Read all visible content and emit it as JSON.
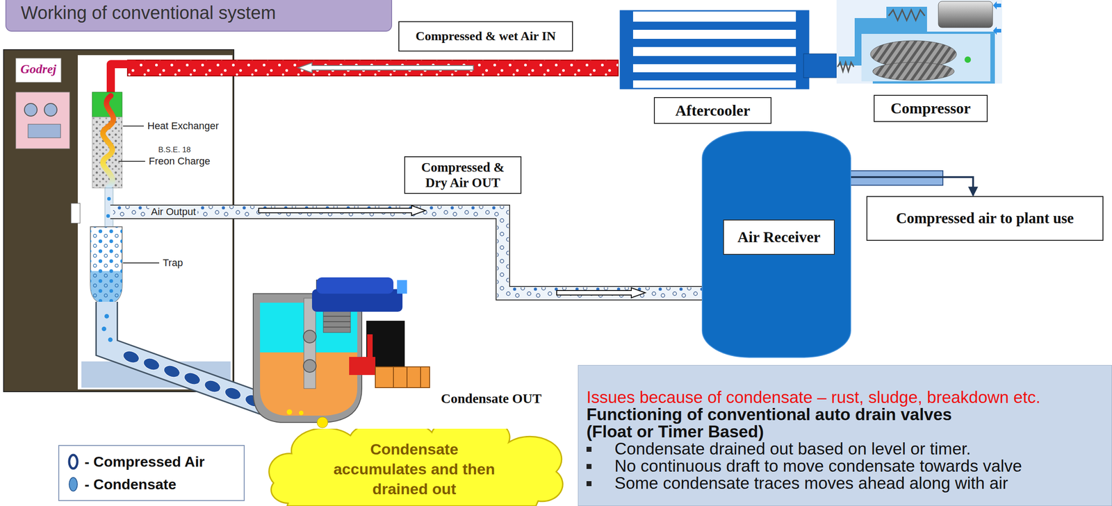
{
  "diagram": {
    "title": "Working of conventional system",
    "nodes": [
      {
        "text": [
          "Compressed & wet Air IN"
        ]
      },
      {
        "text": [
          "Aftercooler"
        ]
      },
      {
        "text": [
          "Compressor"
        ]
      },
      {
        "text": [
          "Compressed & Dry Air OUT"
        ]
      },
      {
        "text": [
          "Air Receiver"
        ]
      },
      {
        "text": [
          "Compressed air to plant use"
        ]
      },
      {
        "text": [
          "Condensate accumulates and then drained out"
        ]
      },
      {
        "text": [
          "Issues because of condensate – rust, sludge, breakdown etc.",
          "Functioning of conventional auto drain valves",
          "(Float or Timer Based)",
          "Condensate drained out based on level or timer.",
          "No continuous draft to move condensate towards valve",
          "Some condensate traces moves ahead along with air"
        ]
      }
    ],
    "edges": [
      {
        "from": 4,
        "to": 5,
        "arrow": "to"
      }
    ],
    "labels": [
      "Godrej",
      "Heat Exchanger",
      "B.S.E. 18",
      "Freon Charge",
      "Air Output",
      "Trap",
      "Condensate OUT"
    ],
    "legend": [
      {
        "text": "- Compressed Air"
      },
      {
        "text": "- Condensate",
        "color": "#5b9bd5"
      }
    ]
  }
}
